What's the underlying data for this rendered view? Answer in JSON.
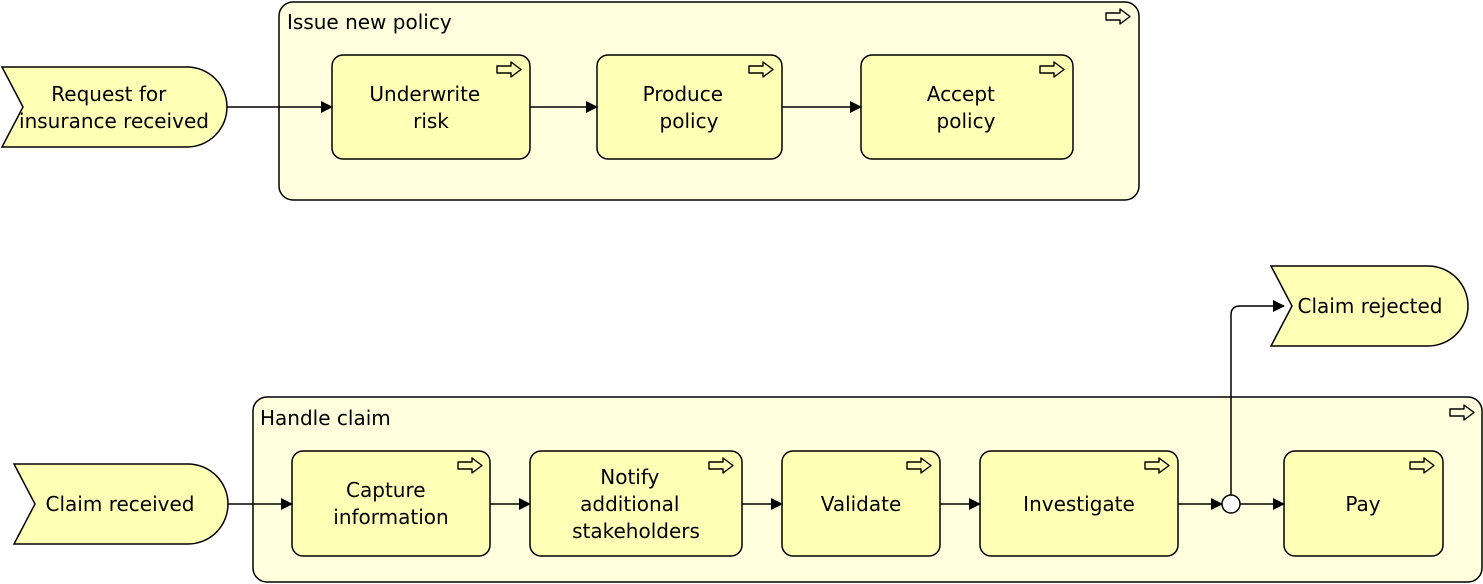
{
  "colors": {
    "container_fill": "#ffffde",
    "process_fill": "#ffffb5",
    "event_fill": "#ffffb5",
    "stroke": "#000000"
  },
  "icons": {
    "process": "arrow-right-outline-icon"
  },
  "groups": {
    "issue_policy": {
      "title": "Issue new policy"
    },
    "handle_claim": {
      "title": "Handle claim"
    }
  },
  "events": {
    "request": {
      "lines": [
        "Request for",
        "insurance received"
      ]
    },
    "claim_received": {
      "lines": [
        "Claim received"
      ]
    },
    "claim_rejected": {
      "lines": [
        "Claim rejected"
      ]
    }
  },
  "processes": {
    "underwrite": {
      "lines": [
        "Underwrite",
        "risk"
      ]
    },
    "produce": {
      "lines": [
        "Produce",
        "policy"
      ]
    },
    "accept": {
      "lines": [
        "Accept",
        "policy"
      ]
    },
    "capture": {
      "lines": [
        "Capture",
        "information"
      ]
    },
    "notify": {
      "lines": [
        "Notify",
        "additional",
        "stakeholders"
      ]
    },
    "validate": {
      "lines": [
        "Validate"
      ]
    },
    "investigate": {
      "lines": [
        "Investigate"
      ]
    },
    "pay": {
      "lines": [
        "Pay"
      ]
    }
  }
}
